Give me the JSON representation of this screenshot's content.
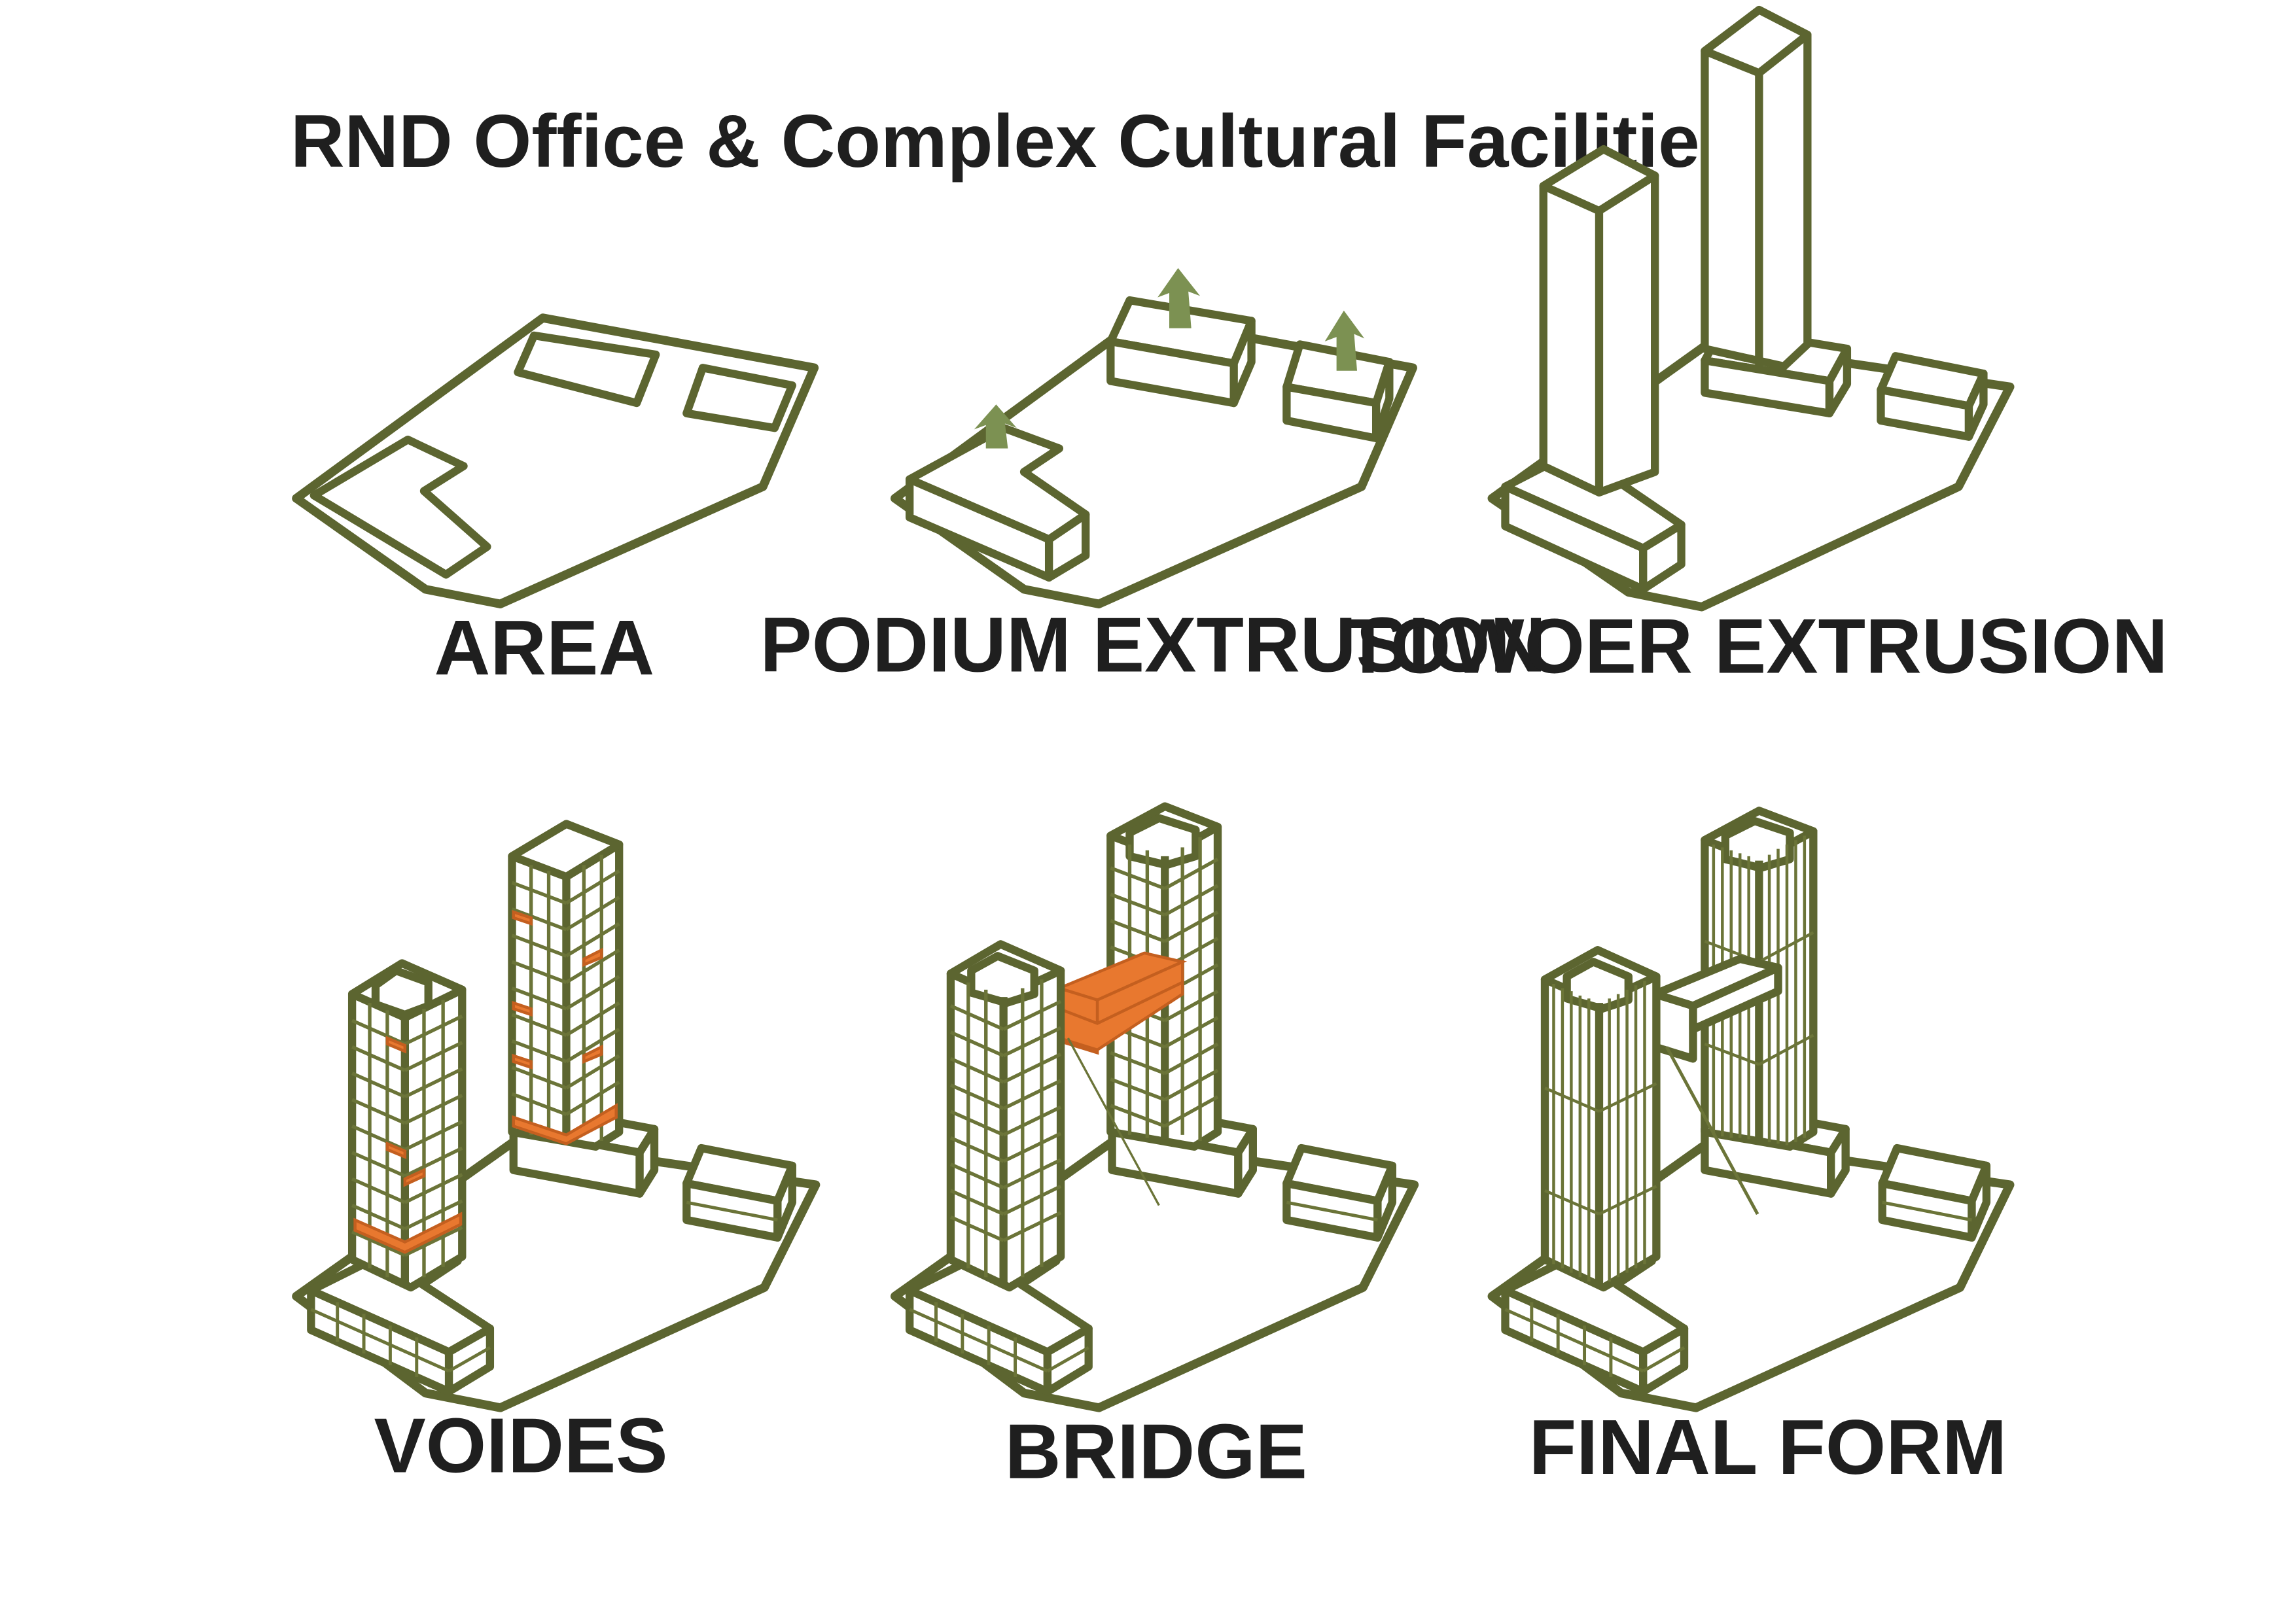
{
  "title": "RND Office & Complex Cultural Facilities",
  "panels": [
    {
      "caption": "AREA"
    },
    {
      "caption": "PODIUM EXTRUSION"
    },
    {
      "caption": "TOWOER EXTRUSION"
    },
    {
      "caption": "VOIDES"
    },
    {
      "caption": "BRIDGE"
    },
    {
      "caption": "FINAL FORM"
    }
  ],
  "colors": {
    "outline": "#5c6530",
    "arrow": "#7c9152",
    "void_accent": "#e8782f",
    "bridge_accent": "#e8782f",
    "fill": "#ffffff"
  }
}
